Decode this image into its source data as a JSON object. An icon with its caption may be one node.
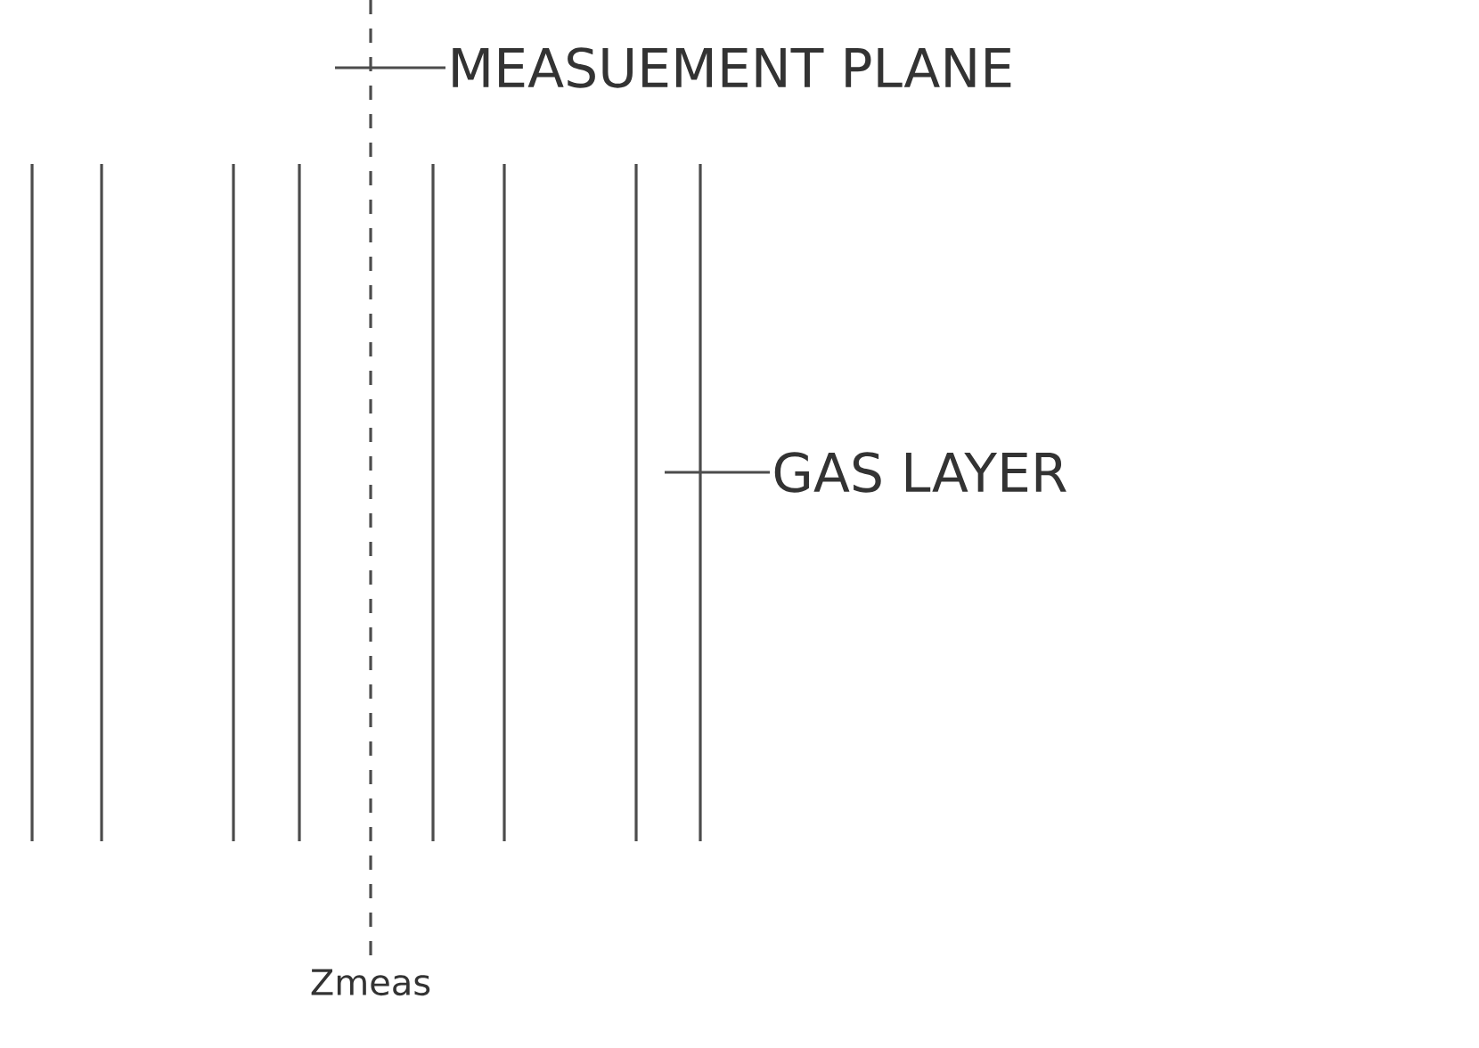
{
  "diagram": {
    "nodes": [
      {
        "text": [
          "MEASUEMENT PLANE"
        ]
      },
      {
        "text": [],
        "shape": "line",
        "beside": [
          "Zmeas"
        ]
      },
      {
        "text": [
          "GAS LAYER"
        ]
      },
      {
        "text": [],
        "shape": "line"
      }
    ],
    "edges": [
      {
        "from": 0,
        "to": 1,
        "arrow": "none"
      },
      {
        "from": 2,
        "to": 3,
        "arrow": "none"
      }
    ]
  }
}
